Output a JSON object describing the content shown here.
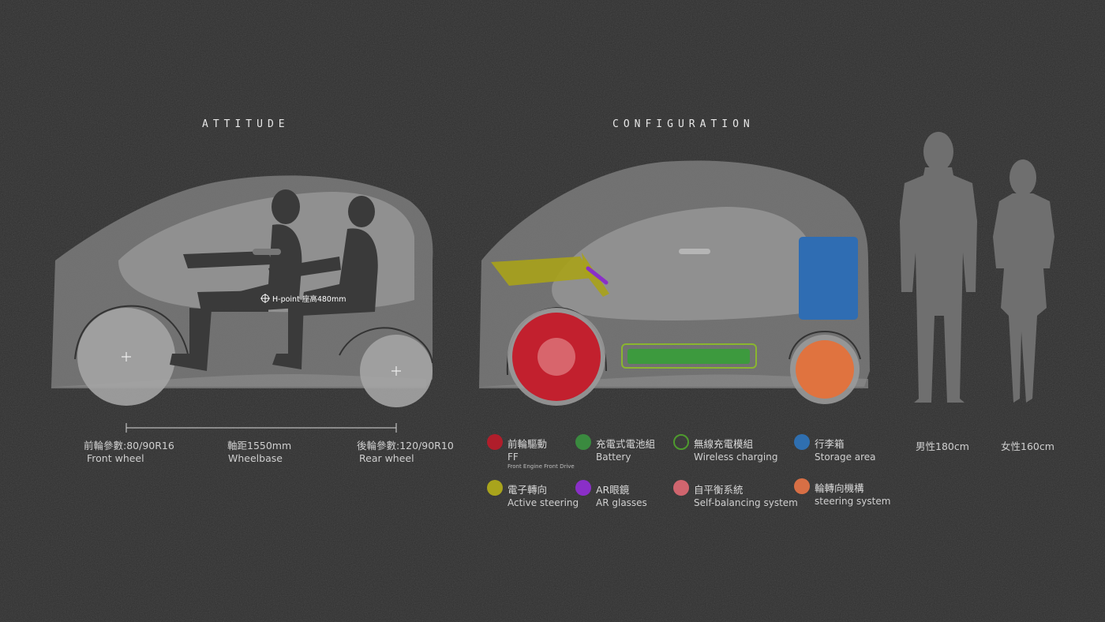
{
  "titles": {
    "attitude": "ATTITUDE",
    "configuration": "CONFIGURATION"
  },
  "hpoint_label": "H-point 座高480mm",
  "specs": {
    "front_wheel_cn": "前輪參數:80/90R16",
    "front_wheel_en": "Front wheel",
    "wheelbase_cn": "軸距1550mm",
    "wheelbase_en": "Wheelbase",
    "rear_wheel_cn": "後輪參數:120/90R10",
    "rear_wheel_en": "Rear wheel"
  },
  "legend": [
    {
      "cn": "前輪驅動",
      "en": "FF",
      "sub": "Front Engine Front Drive",
      "color": "#b01e2b",
      "style": "filled"
    },
    {
      "cn": "充電式電池組",
      "en": "Battery",
      "sub": "",
      "color": "#3a8a3f",
      "style": "filled"
    },
    {
      "cn": "無線充電模組",
      "en": "Wireless charging",
      "sub": "",
      "color": "#4e9a2e",
      "style": "ring"
    },
    {
      "cn": "行李箱",
      "en": "Storage area",
      "sub": "",
      "color": "#2f6fb0",
      "style": "filled"
    },
    {
      "cn": "電子轉向",
      "en": "Active steering",
      "sub": "",
      "color": "#a9a41c",
      "style": "filled"
    },
    {
      "cn": "AR眼鏡",
      "en": "AR glasses",
      "sub": "",
      "color": "#8a2fc8",
      "style": "filled"
    },
    {
      "cn": "自平衡系統",
      "en": "Self-balancing system",
      "sub": "",
      "color": "#d0656e",
      "style": "filled"
    },
    {
      "cn": "輪轉向機構",
      "en": "steering system",
      "sub": "",
      "color": "#d86f45",
      "style": "filled"
    }
  ],
  "people": {
    "male": "男性180cm",
    "female": "女性160cm"
  },
  "colors": {
    "background": "#2e2e2e",
    "front_drive": "#c2202e",
    "battery": "#3d9a3e",
    "storage": "#2f6db3",
    "steering": "#a8a21a",
    "ar": "#8a2fc8",
    "self_balancing": "#d86a72",
    "wheel_steering": "#e0733f"
  }
}
